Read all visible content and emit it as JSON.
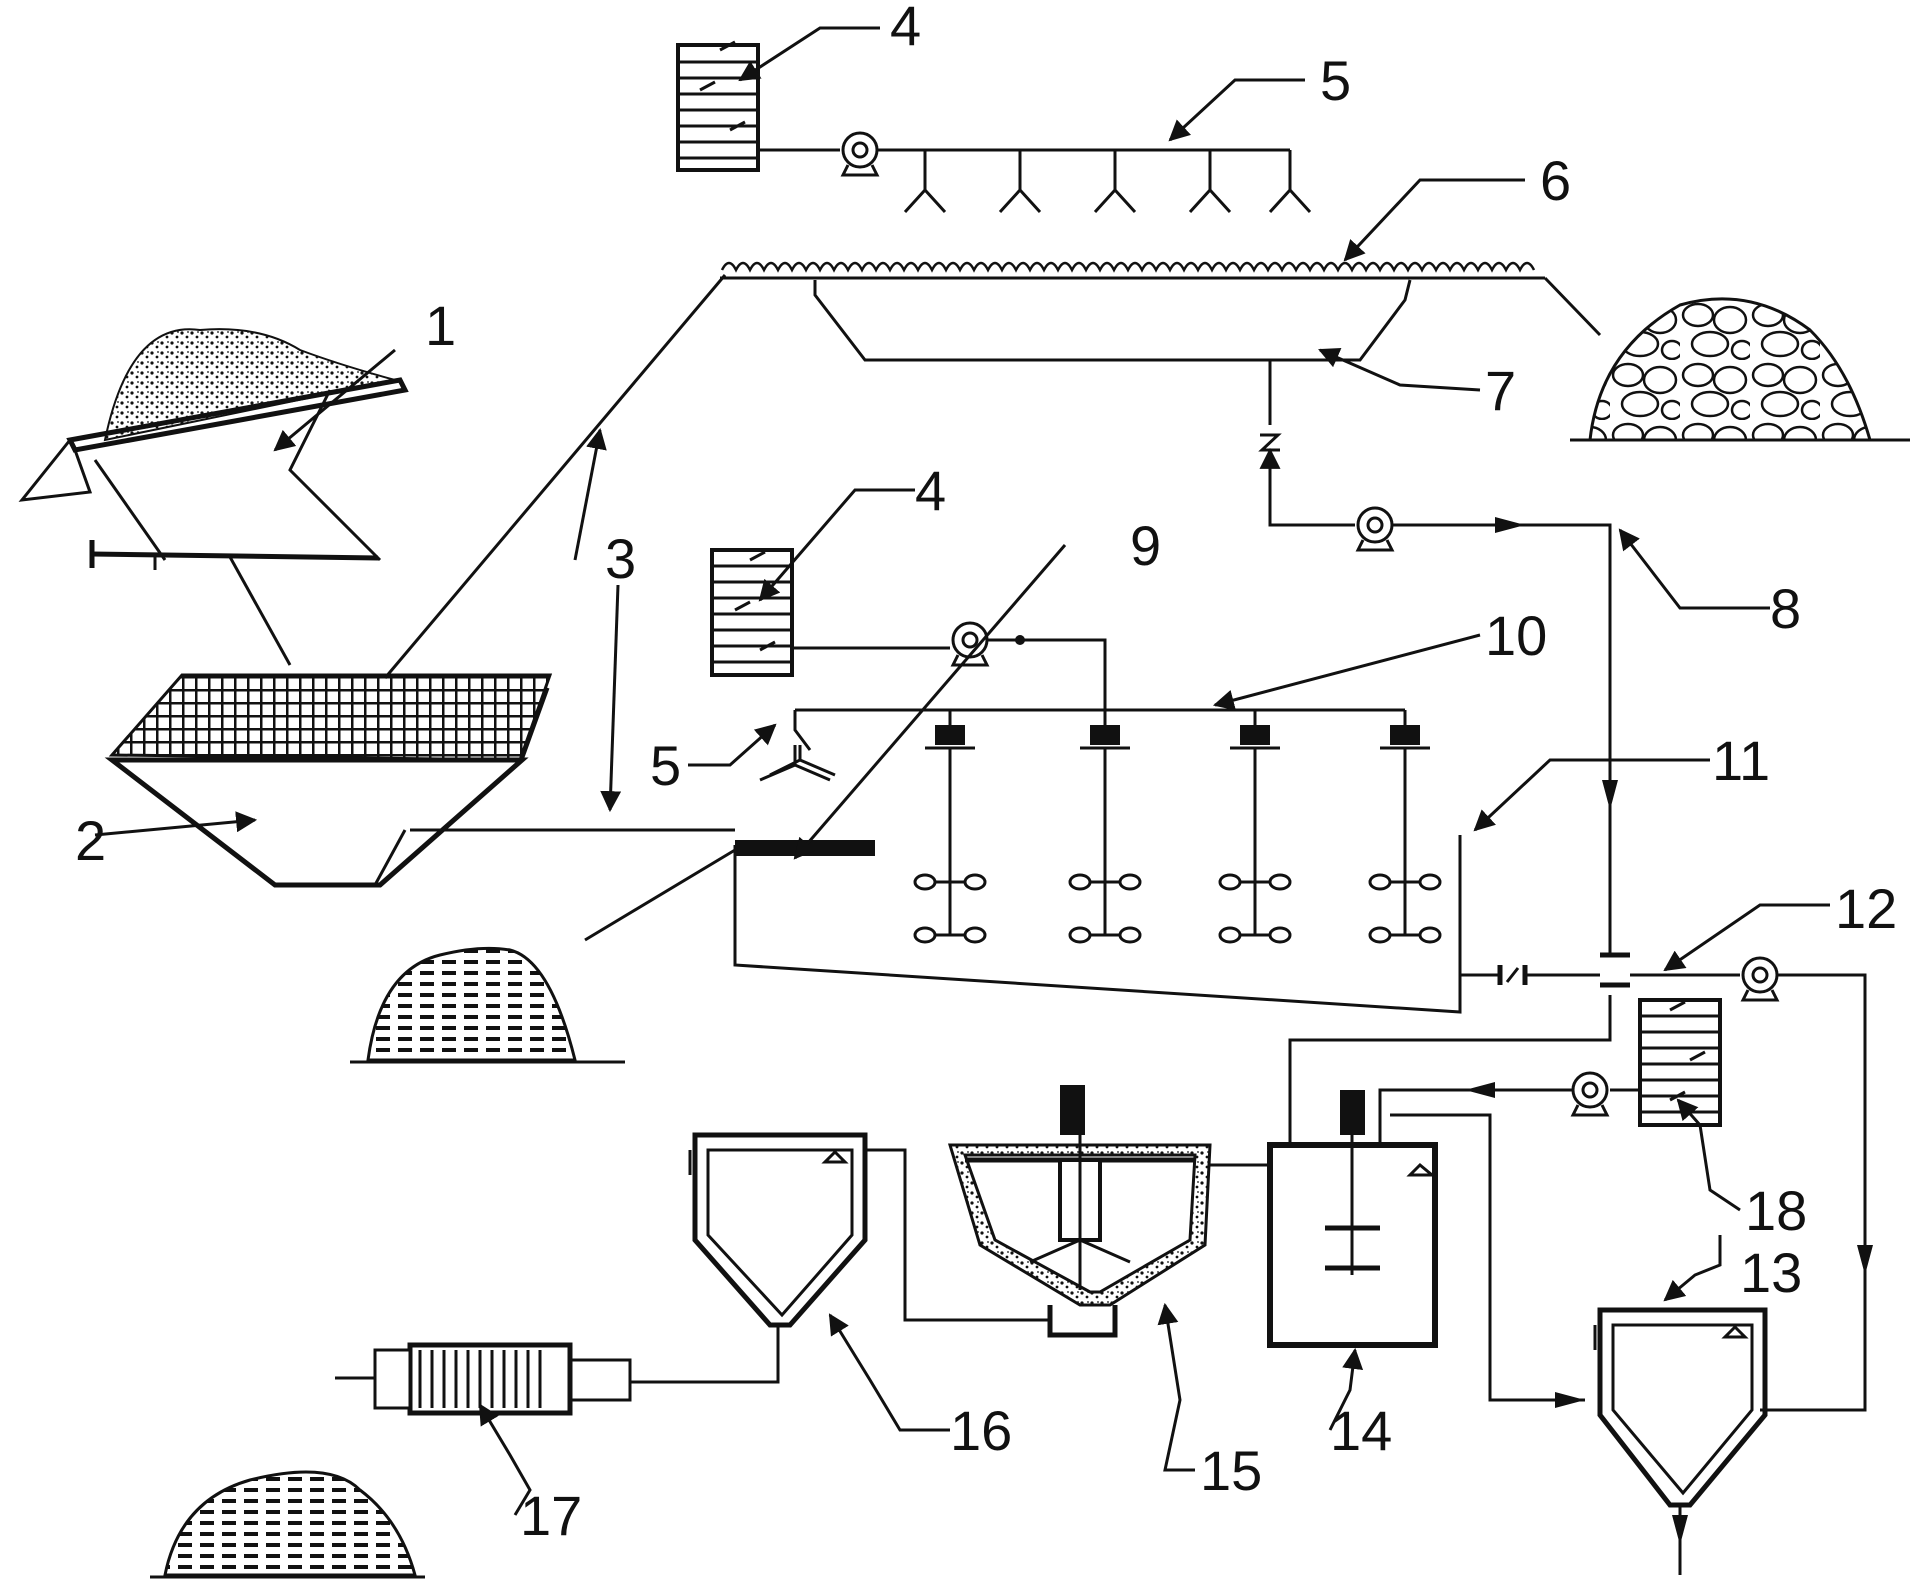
{
  "labels": {
    "l1": "1",
    "l2": "2",
    "l3": "3",
    "l4a": "4",
    "l4b": "4",
    "l5a": "5",
    "l5b": "5",
    "l6": "6",
    "l7": "7",
    "l8": "8",
    "l9": "9",
    "l10": "10",
    "l11": "11",
    "l12": "12",
    "l13": "13",
    "l14": "14",
    "l15": "15",
    "l16": "16",
    "l17": "17",
    "l18": "18"
  }
}
